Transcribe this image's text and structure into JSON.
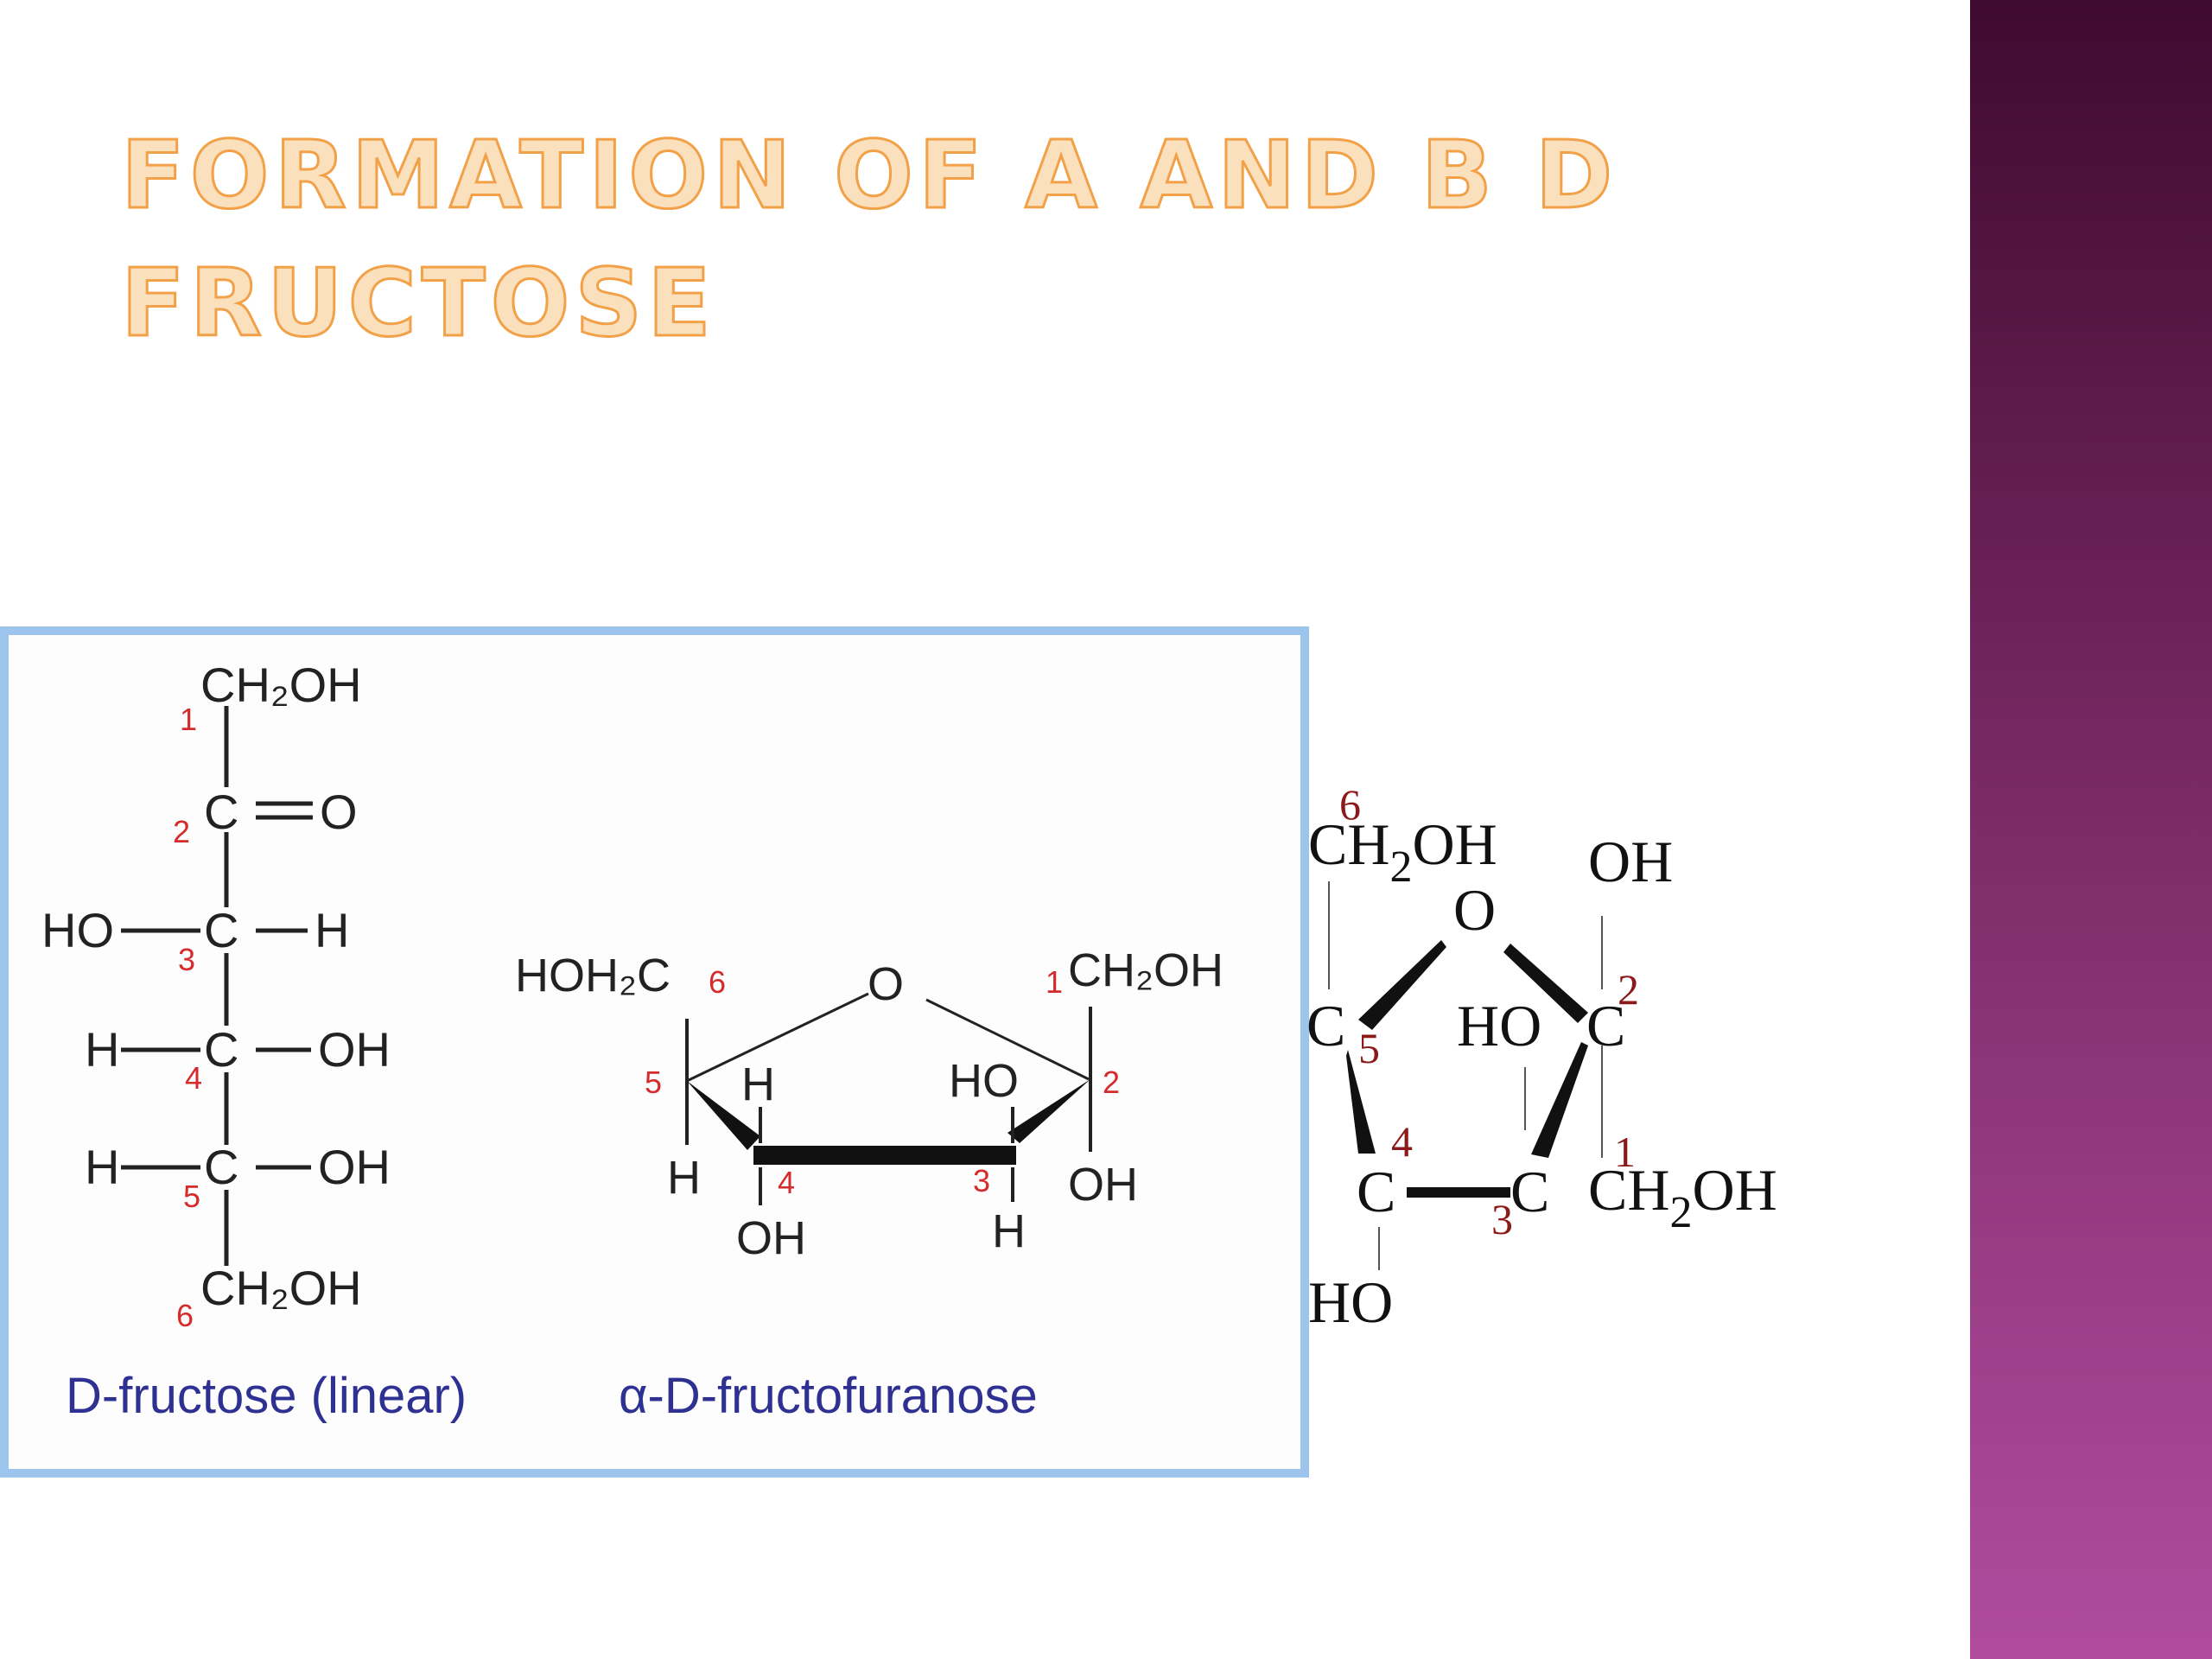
{
  "slide": {
    "title": "Formation of a  and B D fructose"
  },
  "left_panel": {
    "linear": {
      "caption": "D-fructose (linear)",
      "c1": "CH₂OH",
      "c2_o": "O",
      "c3_left": "HO",
      "c3_right": "H",
      "c4_left": "H",
      "c4_right": "OH",
      "c5_left": "H",
      "c5_right": "OH",
      "c6": "CH₂OH",
      "carbon": "C",
      "num1": "1",
      "num2": "2",
      "num3": "3",
      "num4": "4",
      "num5": "5",
      "num6": "6"
    },
    "furanose": {
      "caption": "α-D-fructofuranose",
      "hoh2c": "HOH₂C",
      "ring_o": "O",
      "ch2oh": "CH₂OH",
      "h5": "H",
      "h4_top": "H",
      "ho3": "HO",
      "h5_down": "H",
      "oh4": "OH",
      "h3_down": "H",
      "oh2": "OH",
      "num1": "1",
      "num2": "2",
      "num3": "3",
      "num4": "4",
      "num5": "5",
      "num6": "6"
    }
  },
  "right_diagram": {
    "ch2oh_top": "CH",
    "sub2": "2",
    "oh_suffix": "OH",
    "oh_top": "OH",
    "ring_o": "O",
    "c5": "C",
    "ho_ring": "HO",
    "c2": "C",
    "c4": "C",
    "c3": "C",
    "ch2oh_bottom": "CH",
    "ho_bottom": "HO",
    "num1": "1",
    "num2": "2",
    "num3": "3",
    "num4": "4",
    "num5": "5",
    "num6": "6"
  },
  "colors": {
    "title_fill": "#fbe0bd",
    "title_stroke": "#f2a148",
    "panel_border": "#9cc4ec",
    "caption": "#2e3192",
    "number_red": "#d42c2c",
    "number_dark_red": "#8b1a1a",
    "band_top": "#3f0a30",
    "band_bottom": "#b04b9e"
  }
}
